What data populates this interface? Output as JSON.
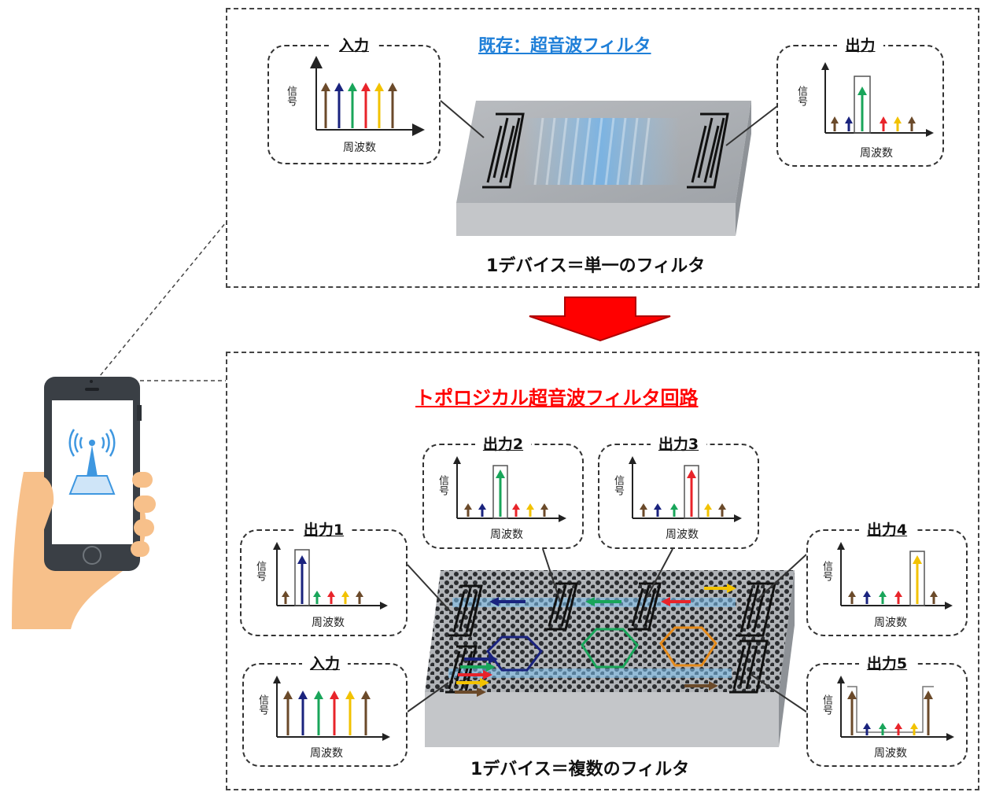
{
  "top": {
    "title": "既存：超音波フィルタ",
    "caption": "1デバイス＝単一のフィルタ",
    "input_label": "入力",
    "output_label": "出力"
  },
  "bottom": {
    "title": "トポロジカル超音波フィルタ回路",
    "caption": "1デバイス＝複数のフィルタ",
    "input_label": "入力",
    "out1": "出力1",
    "out2": "出力2",
    "out3": "出力3",
    "out4": "出力4",
    "out5": "出力5"
  },
  "axes": {
    "y": "信号",
    "x": "周波数"
  },
  "colors": {
    "brown": "#6b4a2a",
    "navy": "#1a237e",
    "green": "#19a55a",
    "red": "#e8242a",
    "yellow": "#f2c200",
    "accent_blue": "#1f7fd8",
    "accent_red": "#ff0000"
  }
}
